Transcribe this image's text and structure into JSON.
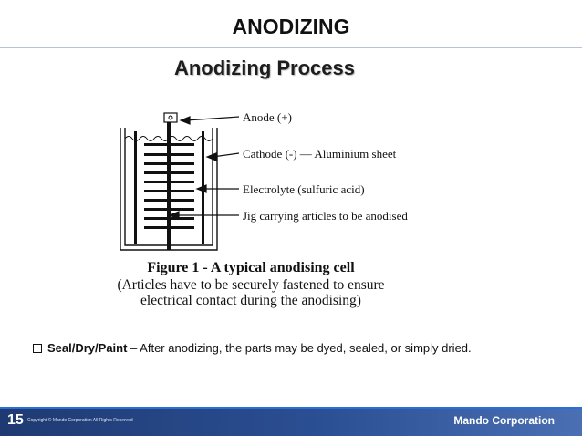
{
  "slide": {
    "title": "ANODIZING",
    "subtitle": "Anodizing Process"
  },
  "figure": {
    "labels": {
      "anode": "Anode (+)",
      "cathode": "Cathode (-) — Aluminium sheet",
      "electrolyte": "Electrolyte (sulfuric acid)",
      "jig": "Jig carrying articles to be anodised"
    },
    "caption_title": "Figure 1 - A typical anodising cell",
    "caption_line1": "(Articles have to be securely fastened to ensure",
    "caption_line2": "electrical contact during the anodising)"
  },
  "bullet": {
    "term": "Seal/Dry/Paint",
    "text": " – After anodizing, the parts may be dyed, sealed, or simply dried."
  },
  "footer": {
    "page_number": "15",
    "copyright": "Copyright © Mando Corporation All Rights Reserved",
    "company": "Mando Corporation"
  }
}
